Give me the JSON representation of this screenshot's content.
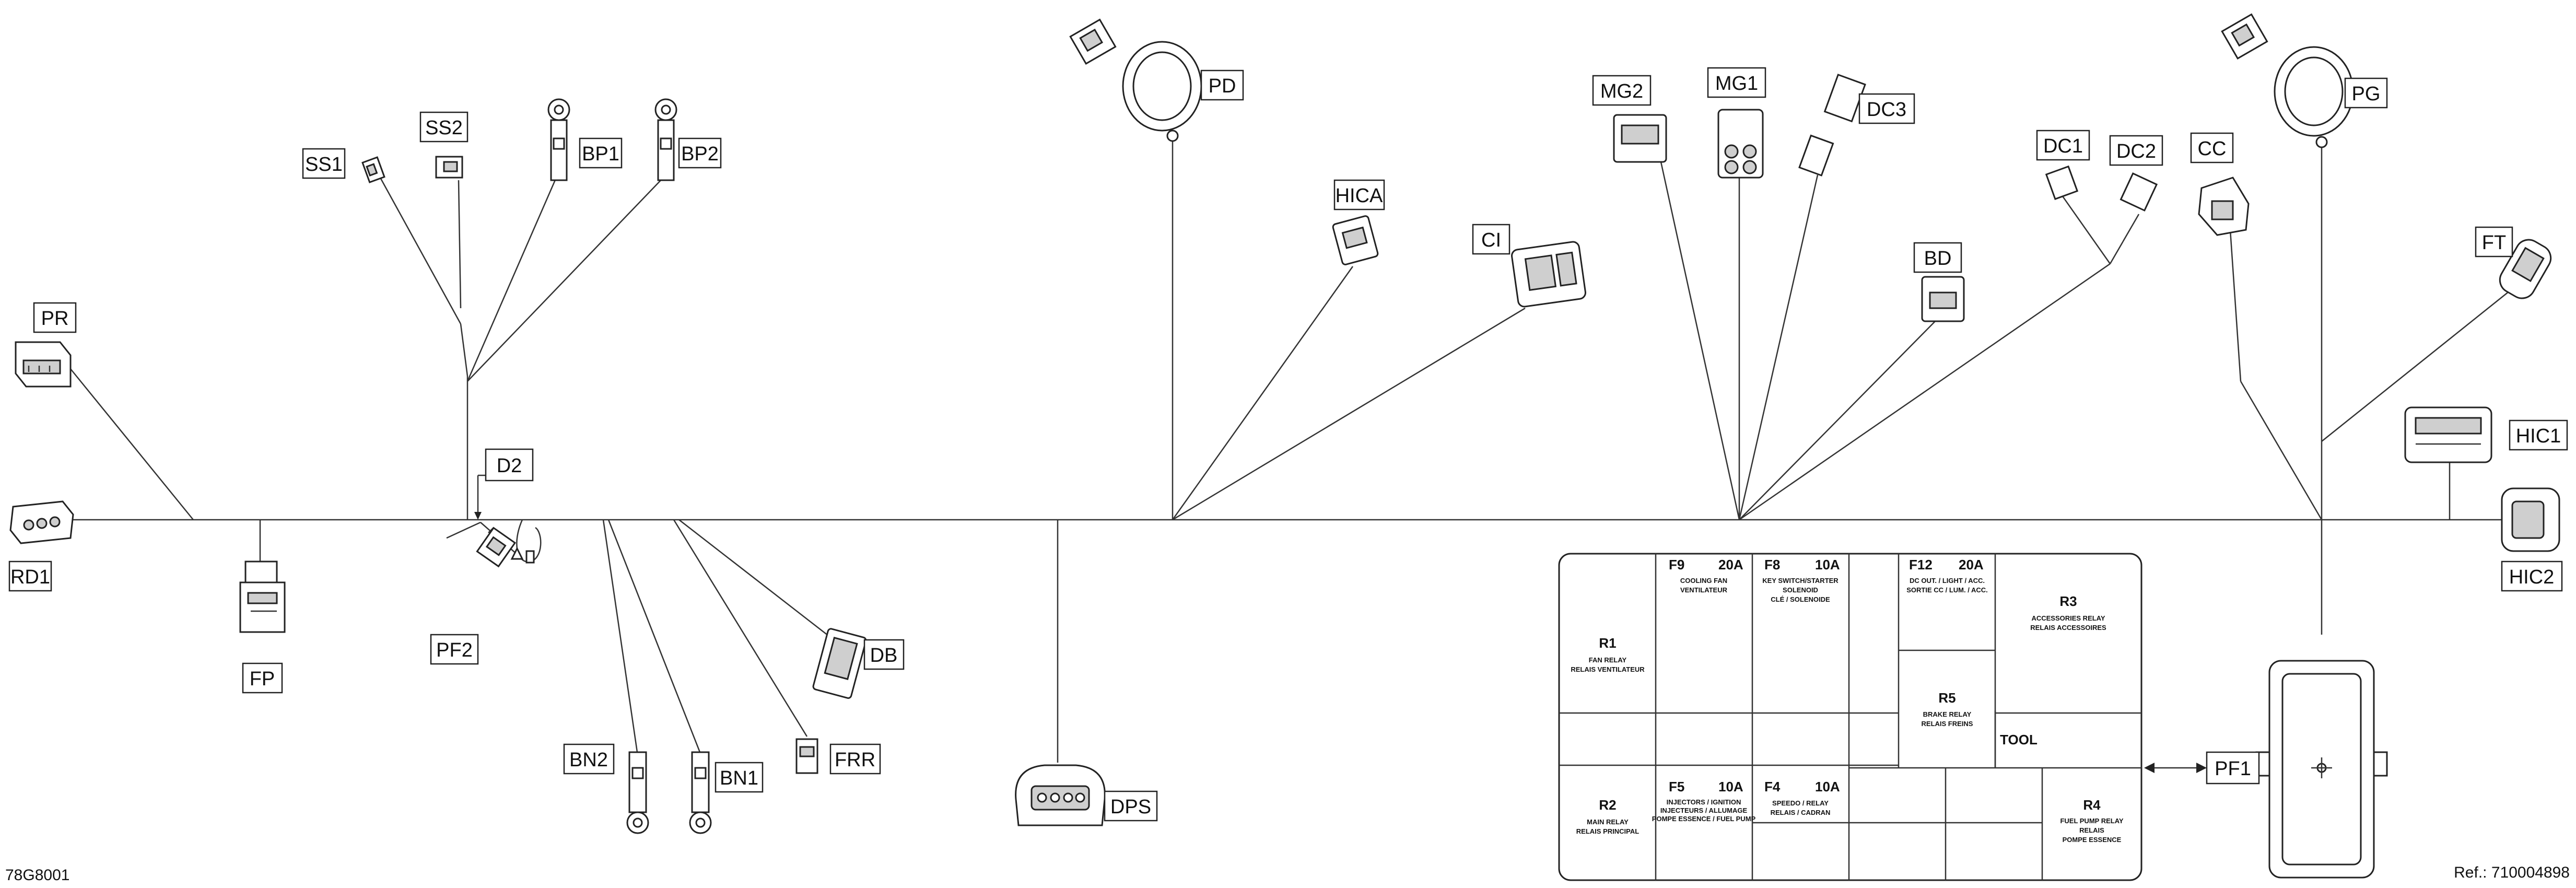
{
  "figure_code": "78G8001",
  "reference": "Ref.: 710004898",
  "connectors": {
    "PR": "PR",
    "RD1": "RD1",
    "FP": "FP",
    "PF2": "PF2",
    "D2": "D2",
    "SS1": "SS1",
    "SS2": "SS2",
    "BP1": "BP1",
    "BP2": "BP2",
    "BN2": "BN2",
    "BN1": "BN1",
    "FRR": "FRR",
    "DB": "DB",
    "DPS": "DPS",
    "PD": "PD",
    "HICA": "HICA",
    "CI": "CI",
    "MG2": "MG2",
    "MG1": "MG1",
    "DC3": "DC3",
    "BD": "BD",
    "DC1": "DC1",
    "DC2": "DC2",
    "CC": "CC",
    "PG": "PG",
    "FT": "FT",
    "HIC1": "HIC1",
    "HIC2": "HIC2",
    "PF1": "PF1"
  },
  "fuse_box": {
    "R1": {
      "code": "R1",
      "line1": "FAN RELAY",
      "line2": "RELAIS VENTILATEUR"
    },
    "R2": {
      "code": "R2",
      "line1": "MAIN RELAY",
      "line2": "RELAIS PRINCIPAL"
    },
    "R3": {
      "code": "R3",
      "line1": "ACCESSORIES RELAY",
      "line2": "RELAIS ACCESSOIRES"
    },
    "R4": {
      "code": "R4",
      "line1": "FUEL PUMP RELAY",
      "line2": "RELAIS",
      "line3": "POMPE ESSENCE"
    },
    "R5": {
      "code": "R5",
      "line1": "BRAKE RELAY",
      "line2": "RELAIS FREINS"
    },
    "F9": {
      "code": "F9",
      "amps": "20A",
      "line1": "COOLING FAN",
      "line2": "VENTILATEUR"
    },
    "F8": {
      "code": "F8",
      "amps": "10A",
      "line1": "KEY SWITCH/STARTER",
      "line2": "SOLENOID",
      "line3": "CLÉ / SOLENOIDE"
    },
    "F12": {
      "code": "F12",
      "amps": "20A",
      "line1": "DC OUT. / LIGHT / ACC.",
      "line2": "SORTIE CC / LUM. / ACC."
    },
    "F5": {
      "code": "F5",
      "amps": "10A",
      "line1": "INJECTORS / IGNITION",
      "line2": "INJECTEURS / ALLUMAGE",
      "line3": "POMPE ESSENCE / FUEL PUMP"
    },
    "F4": {
      "code": "F4",
      "amps": "10A",
      "line1": "SPEEDO / RELAY",
      "line2": "RELAIS / CADRAN"
    },
    "tool": "TOOL"
  }
}
